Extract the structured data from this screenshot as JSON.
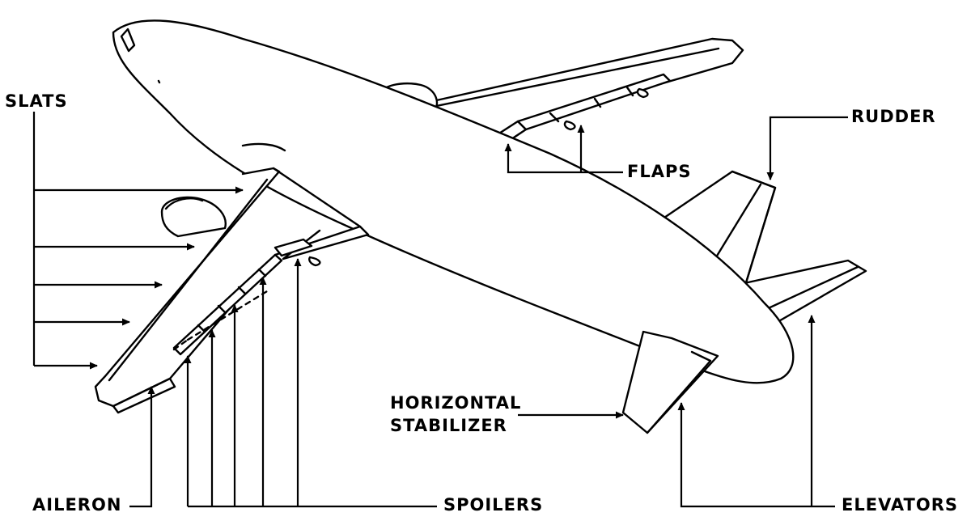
{
  "labels": {
    "slats": "SLATS",
    "rudder": "RUDDER",
    "flaps": "FLAPS",
    "horizontal_stabilizer_line1": "HORIZONTAL",
    "horizontal_stabilizer_line2": "STABILIZER",
    "aileron": "AILERON",
    "spoilers": "SPOILERS",
    "elevators": "ELEVATORS"
  },
  "colors": {
    "ink": "#000000",
    "background": "#ffffff"
  }
}
